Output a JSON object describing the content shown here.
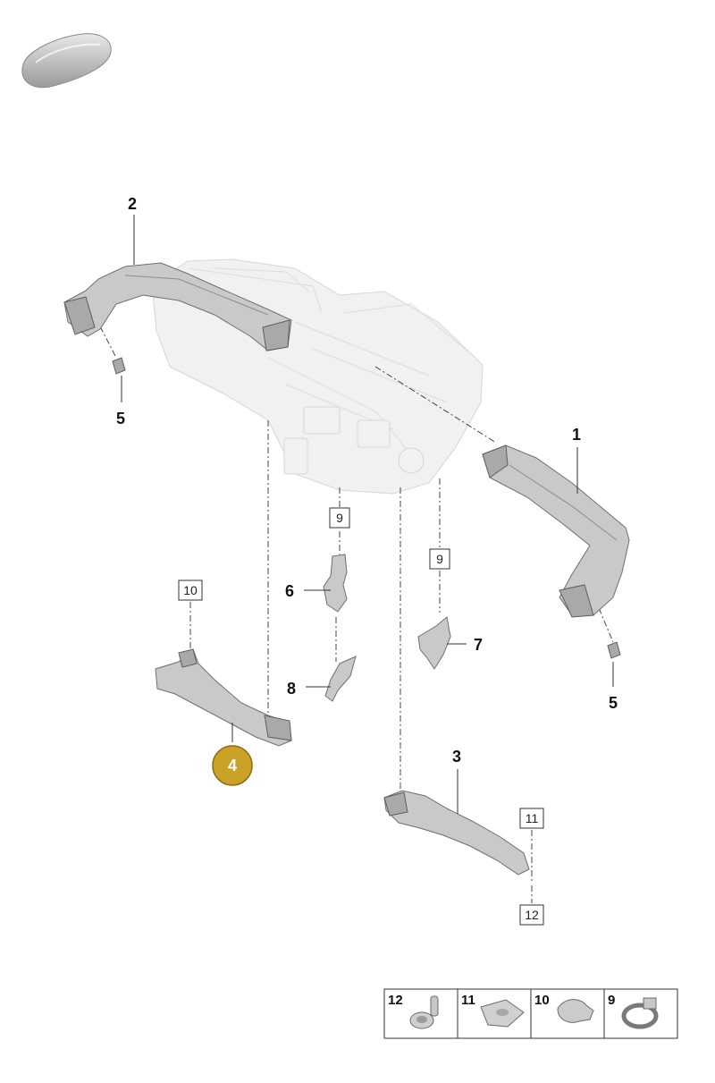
{
  "callouts": {
    "c1": "1",
    "c2": "2",
    "c3": "3",
    "c4": "4",
    "c5a": "5",
    "c5b": "5",
    "c6": "6",
    "c7": "7",
    "c8": "8"
  },
  "boxed_refs": {
    "b9a": "9",
    "b9b": "9",
    "b10": "10",
    "b11": "11",
    "b12": "12"
  },
  "legend": [
    {
      "number": "12",
      "icon": "screw-icon"
    },
    {
      "number": "11",
      "icon": "clip-nut-icon"
    },
    {
      "number": "10",
      "icon": "expanding-rivet-icon"
    },
    {
      "number": "9",
      "icon": "hose-clamp-icon"
    }
  ],
  "colors": {
    "highlight": "#c9a227",
    "part_fill": "#c9c9c9",
    "ghost_fill": "#f1f1f1"
  },
  "icons": {
    "vehicle": "vehicle-silhouette-icon"
  }
}
